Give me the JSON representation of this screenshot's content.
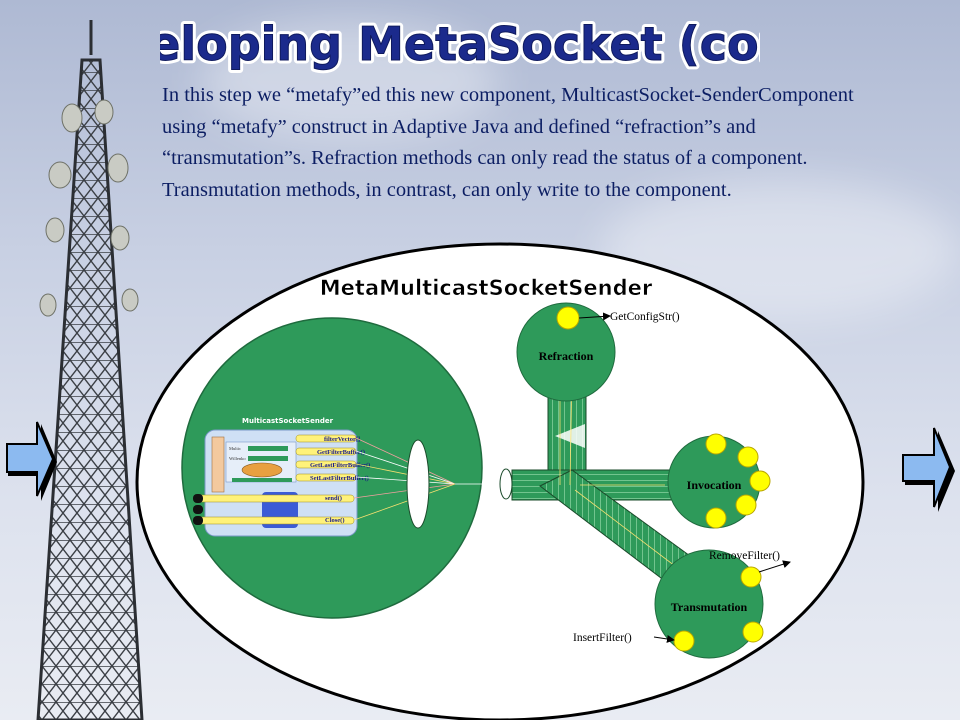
{
  "slide": {
    "title": "Developing MetaSocket (cont.):",
    "description": "In this step we “metafy”ed this new component, MulticastSocket-SenderComponent using “metafy” construct in Adaptive Java and defined “refraction”s and “transmutation”s. Refraction methods can only read the status of a component. Transmutation methods, in contrast, can only write to the component."
  },
  "diagram": {
    "title": "MetaMulticastSocketSender",
    "inner_component": "MulticastSocketSender",
    "inner_methods": [
      "filterVector[]",
      "GetFilterBuffer()",
      "GetLastFilterBuffer()",
      "SetLastFilterBuffer()",
      "send()",
      "Close()"
    ],
    "inner_small_labels": [
      "Multic",
      "Willenko"
    ],
    "nodes": {
      "refraction": "Refraction",
      "invocation": "Invocation",
      "transmutation": "Transmutation"
    },
    "methods": {
      "get_config": "GetConfigStr()",
      "remove_filter": "RemoveFilter()",
      "insert_filter": "InsertFilter()"
    }
  },
  "nav": {
    "prev_icon": "left-arrow-icon",
    "next_icon": "right-arrow-icon"
  },
  "colors": {
    "title_fill": "#1b2a8c",
    "title_outline": "#ffffff",
    "text": "#0c1e63",
    "component_green": "#2e9a5a",
    "port_yellow": "#ffff00",
    "inner_panel": "#cfe0f5",
    "arrow_blue": "#8cbaf0"
  }
}
